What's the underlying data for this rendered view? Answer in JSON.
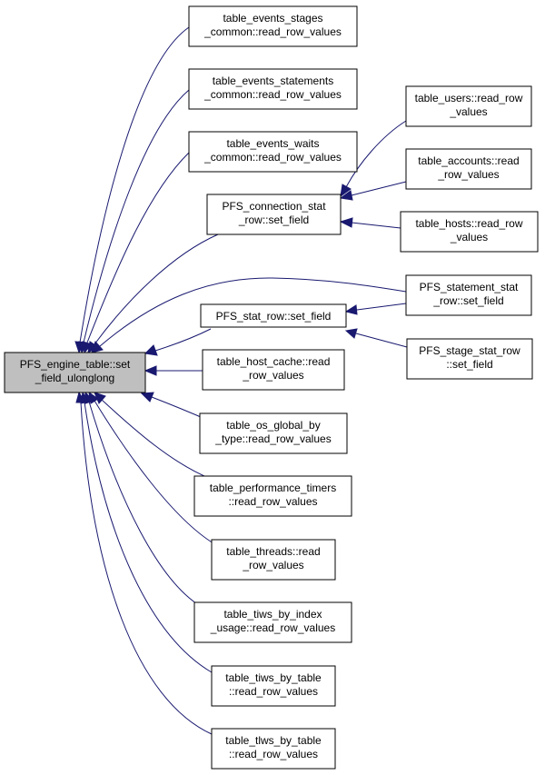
{
  "graph": {
    "colors": {
      "edge": "#191970",
      "node_border": "#000000",
      "root_fill": "#bfbfbf",
      "node_fill": "#ffffff"
    },
    "nodes": {
      "root": [
        "PFS_engine_table::set",
        "_field_ulonglong"
      ],
      "events_stages": [
        "table_events_stages",
        "_common::read_row_values"
      ],
      "events_statements": [
        "table_events_statements",
        "_common::read_row_values"
      ],
      "events_waits": [
        "table_events_waits",
        "_common::read_row_values"
      ],
      "connection_stat": [
        "PFS_connection_stat",
        "_row::set_field"
      ],
      "users": [
        "table_users::read_row",
        "_values"
      ],
      "accounts": [
        "table_accounts::read",
        "_row_values"
      ],
      "hosts": [
        "table_hosts::read_row",
        "_values"
      ],
      "statement_stat": [
        "PFS_statement_stat",
        "_row::set_field"
      ],
      "stat_row": [
        "PFS_stat_row::set_field"
      ],
      "stage_stat": [
        "PFS_stage_stat_row",
        "::set_field"
      ],
      "host_cache": [
        "table_host_cache::read",
        "_row_values"
      ],
      "os_global": [
        "table_os_global_by",
        "_type::read_row_values"
      ],
      "perf_timers": [
        "table_performance_timers",
        "::read_row_values"
      ],
      "threads": [
        "table_threads::read",
        "_row_values"
      ],
      "tiws_index": [
        "table_tiws_by_index",
        "_usage::read_row_values"
      ],
      "tiws_table": [
        "table_tiws_by_table",
        "::read_row_values"
      ],
      "tlws_table": [
        "table_tlws_by_table",
        "::read_row_values"
      ]
    }
  }
}
